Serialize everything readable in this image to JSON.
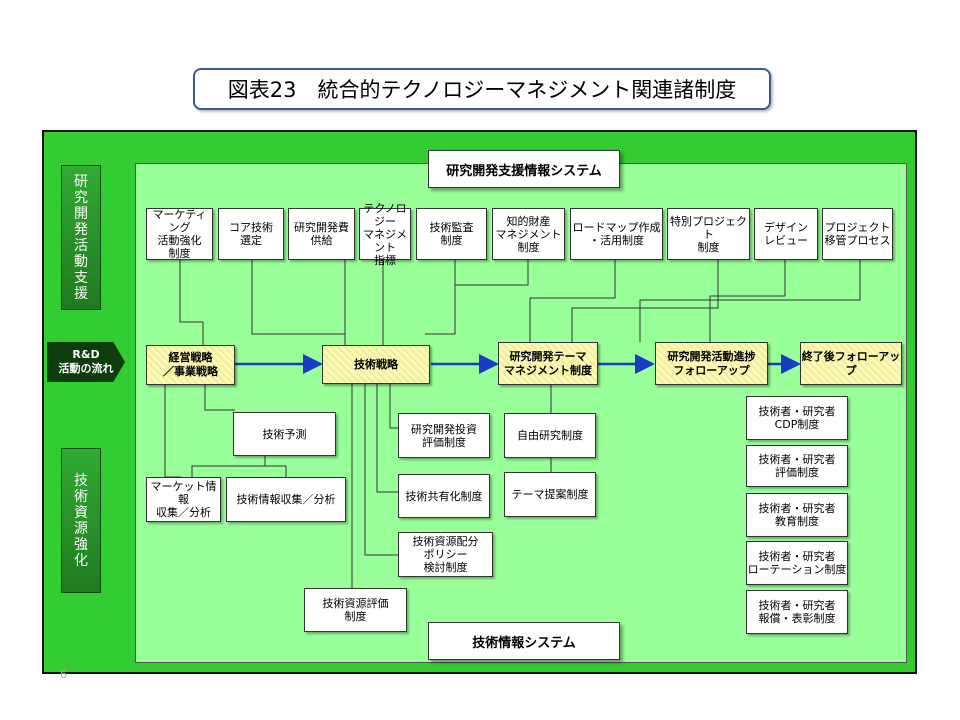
{
  "title": "図表23　統合的テクノロジーマネジメント関連諸制度",
  "side_labels": {
    "top": [
      "研",
      "究",
      "開",
      "発",
      "活",
      "動",
      "支",
      "援"
    ],
    "middle": [
      "R&D",
      "活動の流れ"
    ],
    "bottom": [
      "技",
      "術",
      "資",
      "源",
      "強",
      "化"
    ]
  },
  "systems": {
    "top": "研究開発支援情報システム",
    "bottom": "技術情報システム"
  },
  "top_row": [
    "マーケティング\n活動強化\n制度",
    "コア技術\n選定",
    "研究開発費\n供給",
    "テクノロジー\nマネジメント\n指標",
    "技術監査\n制度",
    "知的財産\nマネジメント\n制度",
    "ロードマップ作成\n・活用制度",
    "特別プロジェクト\n制度",
    "デザイン\nレビュー",
    "プロジェクト\n移管プロセス"
  ],
  "flow": [
    "経営戦略\n／事業戦略",
    "技術戦略",
    "研究開発テーマ\nマネジメント制度",
    "研究開発活動進捗\nフォローアップ",
    "終了後フォローアップ"
  ],
  "lower": {
    "tech_forecast": "技術予測",
    "market_info": "マーケット情報\n収集／分析",
    "tech_info": "技術情報収集／分析",
    "rd_invest": "研究開発投資\n評価制度",
    "tech_share": "技術共有化制度",
    "resource_alloc": "技術資源配分\nポリシー\n検討制度",
    "resource_eval": "技術資源評価\n制度",
    "free_research": "自由研究制度",
    "theme_proposal": "テーマ提案制度"
  },
  "hr": [
    "技術者・研究者\nCDP制度",
    "技術者・研究者\n評価制度",
    "技術者・研究者\n教育制度",
    "技術者・研究者\nローテーション制度",
    "技術者・研究者\n報償・表彰制度"
  ],
  "page_number": "6"
}
